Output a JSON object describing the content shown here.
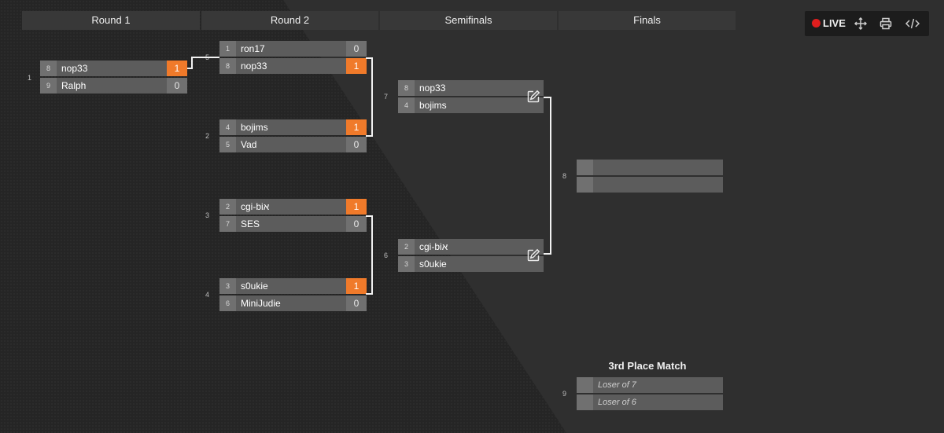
{
  "rounds": [
    "Round 1",
    "Round 2",
    "Semifinals",
    "Finals"
  ],
  "toolbar": {
    "live_label": "LIVE",
    "icons": [
      "live-dot-icon",
      "move-icon",
      "print-icon",
      "code-icon"
    ],
    "live_color": "#e01e1e"
  },
  "colors": {
    "win_score": "#f07a2a",
    "background": "#2f2f2f"
  },
  "matches": {
    "m1": {
      "num": "1",
      "top": {
        "seed": "8",
        "name": "nop33",
        "score": "1"
      },
      "bottom": {
        "seed": "9",
        "name": "Ralph",
        "score": "0"
      }
    },
    "m5": {
      "num": "5",
      "top": {
        "seed": "1",
        "name": "ron17",
        "score": "0"
      },
      "bottom": {
        "seed": "8",
        "name": "nop33",
        "score": "1"
      }
    },
    "m2": {
      "num": "2",
      "top": {
        "seed": "4",
        "name": "bojims",
        "score": "1"
      },
      "bottom": {
        "seed": "5",
        "name": "Vad",
        "score": "0"
      }
    },
    "m3": {
      "num": "3",
      "top": {
        "seed": "2",
        "name": "cgi-biא",
        "score": "1"
      },
      "bottom": {
        "seed": "7",
        "name": "SES",
        "score": "0"
      }
    },
    "m4": {
      "num": "4",
      "top": {
        "seed": "3",
        "name": "s0ukie",
        "score": "1"
      },
      "bottom": {
        "seed": "6",
        "name": "MiniJudie",
        "score": "0"
      }
    },
    "m7": {
      "num": "7",
      "top": {
        "seed": "8",
        "name": "nop33"
      },
      "bottom": {
        "seed": "4",
        "name": "bojims"
      }
    },
    "m6": {
      "num": "6",
      "top": {
        "seed": "2",
        "name": "cgi-biא"
      },
      "bottom": {
        "seed": "3",
        "name": "s0ukie"
      }
    },
    "m8": {
      "num": "8"
    },
    "m9": {
      "num": "9",
      "top": {
        "name": "Loser of 7"
      },
      "bottom": {
        "name": "Loser of 6"
      }
    }
  },
  "third_place_title": "3rd Place Match"
}
